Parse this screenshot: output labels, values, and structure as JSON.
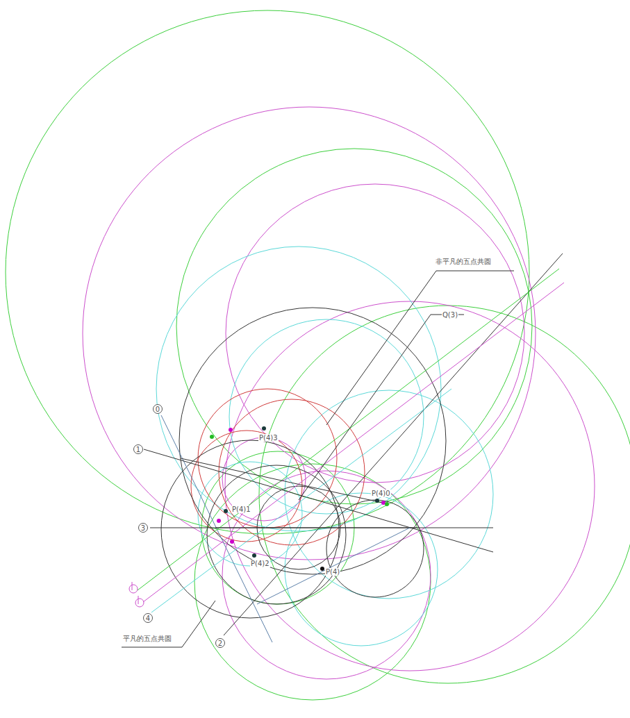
{
  "diagram": {
    "labels": [
      "非平凡的五点共圆",
      "Q(3)",
      "0",
      "1",
      "P(4)3",
      "P(4)0",
      "3",
      "P(4)1",
      "P(4)2",
      "P(4)",
      "4",
      "平凡的五点共圆",
      "2"
    ]
  }
}
